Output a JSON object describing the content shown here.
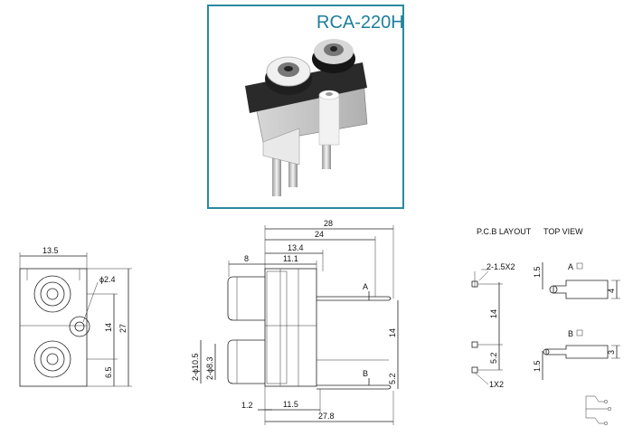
{
  "model": "RCA-220H",
  "headers": {
    "pcb_layout": "P.C.B LAYOUT",
    "top_view": "TOP VIEW"
  },
  "front_view": {
    "width": "13.5",
    "hole": "ϕ2.4",
    "pitch": "14",
    "height": "27",
    "offset": "6.5"
  },
  "side_view": {
    "d28": "28",
    "d24": "24",
    "d13_4": "13.4",
    "d8": "8",
    "d11_1": "11.1",
    "d2phi10_5": "2-ϕ10.5",
    "d2phi8_3": "2-ϕ8.3",
    "d1_2": "1.2",
    "d11_5": "11.5",
    "d27_8": "27.8",
    "d14": "14",
    "d5_2": "5.2",
    "label_a": "A",
    "label_b": "B"
  },
  "pcb": {
    "slot_top": "2-1.5X2",
    "d1_5_top": "1.5",
    "d14": "14",
    "d5_2": "5.2",
    "d1_5_bottom": "1.5",
    "slot_bottom": "1X2",
    "label_a": "A",
    "d4": "4",
    "label_b": "B",
    "d3": "3"
  }
}
